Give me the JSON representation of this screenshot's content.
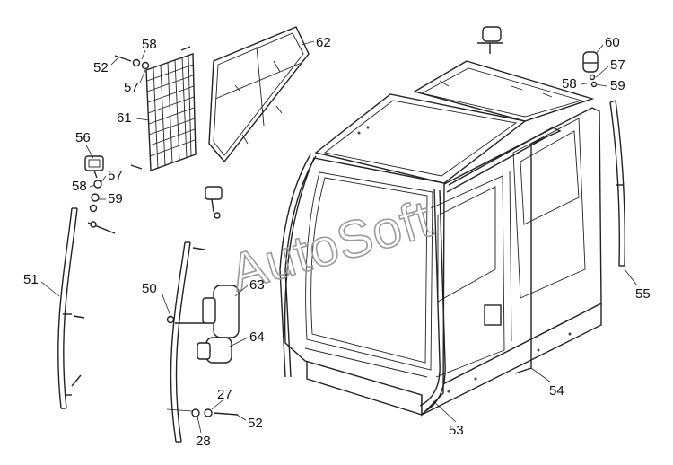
{
  "watermark": "AutoSoft",
  "callouts": {
    "c52_top": "52",
    "c58_top": "58",
    "c57_top": "57",
    "c61": "61",
    "c62": "62",
    "c56": "56",
    "c58_left": "58",
    "c57_left": "57",
    "c59_left": "59",
    "c51": "51",
    "c50": "50",
    "c63": "63",
    "c64": "64",
    "c27": "27",
    "c28": "28",
    "c52_bottom": "52",
    "c53": "53",
    "c54": "54",
    "c55": "55",
    "c60": "60",
    "c57_right": "57",
    "c58_right": "58",
    "c59_right": "59"
  },
  "colors": {
    "line": "#222222",
    "watermark": "#9a9a9a",
    "background": "#ffffff"
  }
}
